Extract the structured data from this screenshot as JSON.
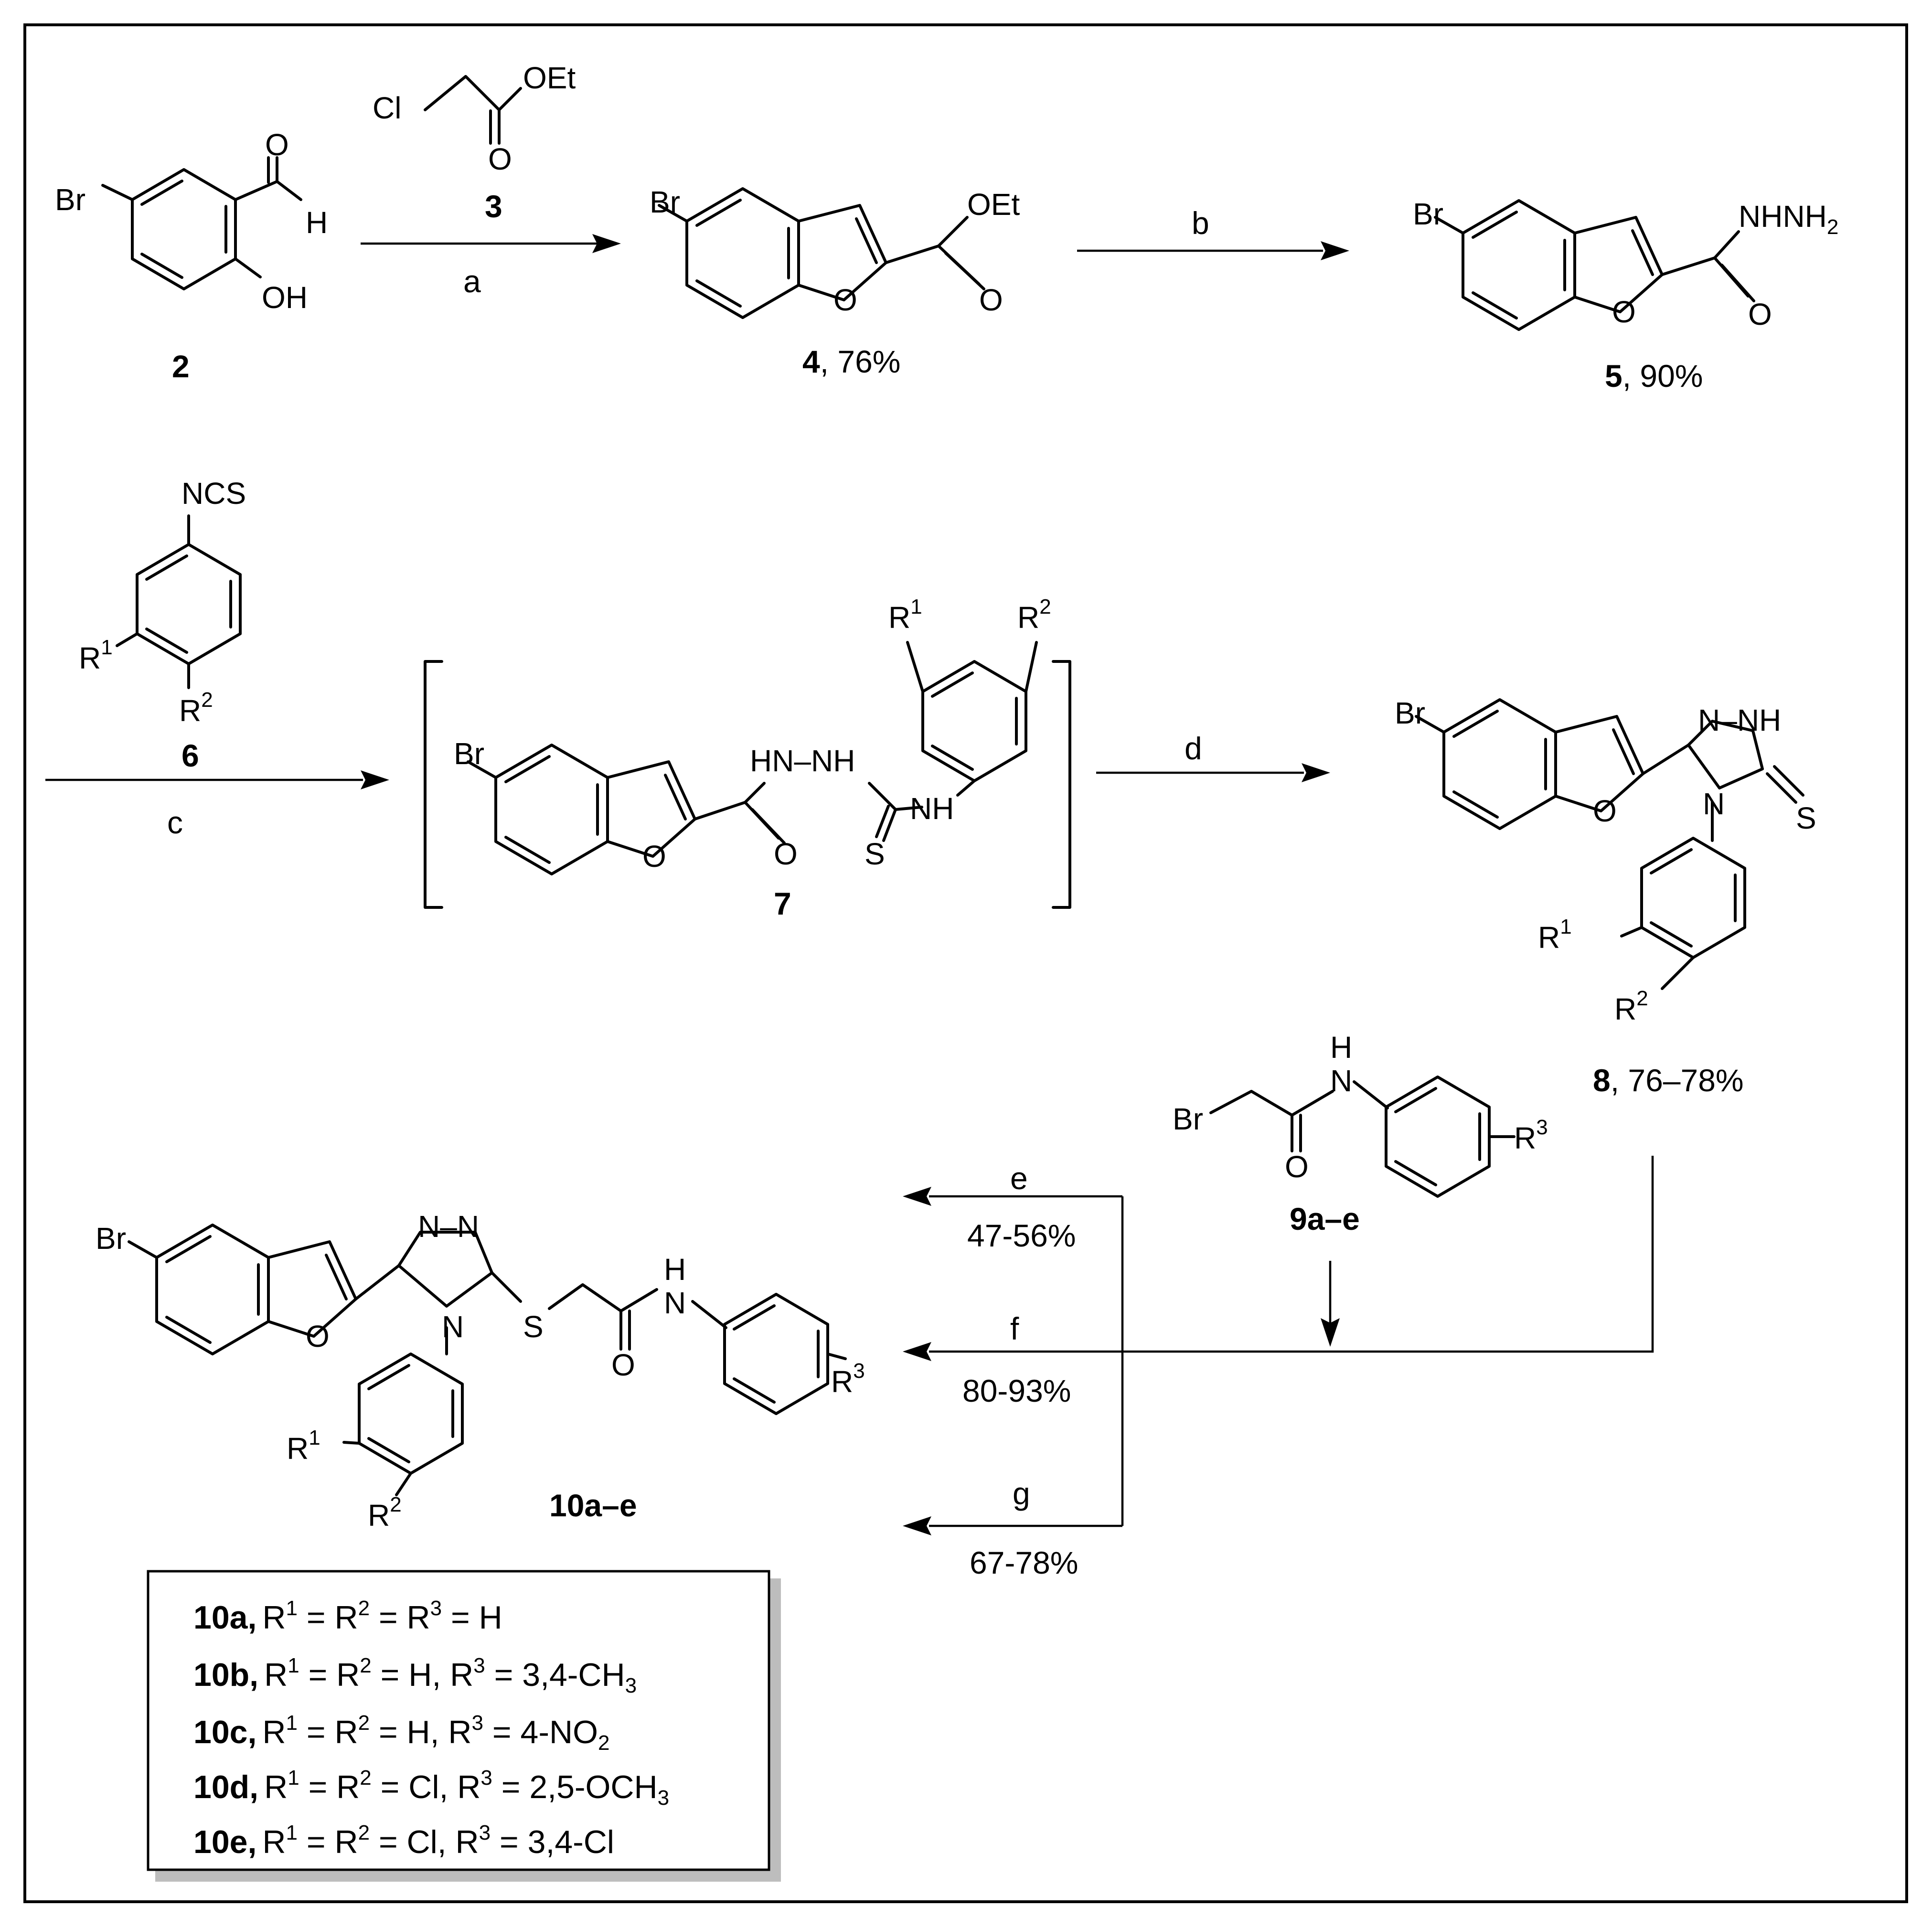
{
  "reagents": {
    "a": "a",
    "b": "b",
    "c": "c",
    "d": "d",
    "e": "e",
    "f": "f",
    "g": "g"
  },
  "yields": {
    "e": "47-56%",
    "f": "80-93%",
    "g": "67-78%"
  },
  "compounds": {
    "c2": {
      "id": "2"
    },
    "c3": {
      "id": "3"
    },
    "c4": {
      "id": "4",
      "yield": ", 76%"
    },
    "c5": {
      "id": "5",
      "yield": ", 90%"
    },
    "c6": {
      "id": "6"
    },
    "c7": {
      "id": "7"
    },
    "c8": {
      "id": "8",
      "yield": ", 76–78%"
    },
    "c9": {
      "id": "9a–e"
    },
    "c10": {
      "id": "10a–e"
    }
  },
  "atoms": {
    "Br": "Br",
    "O": "O",
    "H": "H",
    "OH": "OH",
    "Cl": "Cl",
    "OEt": "OEt",
    "NHNH": "NHNH",
    "sub2": "2",
    "NCS": "NCS",
    "R": "R",
    "one": "1",
    "two": "2",
    "three": "3",
    "HN": "HN",
    "NH": "NH",
    "S": "S",
    "N": "N",
    "HNN": "N–NH",
    "NN": "N–N"
  },
  "legend": {
    "rows": [
      {
        "id": "10a,",
        "r1": "R",
        "s1": "1",
        "eq1": " =  R",
        "s2": "2",
        "eq2": " = R",
        "s3": "3",
        "rest": " = H",
        "sub": ""
      },
      {
        "id": "10b,",
        "r1": "R",
        "s1": "1",
        "eq1": " =  R",
        "s2": "2",
        "eq2": " = H, R",
        "s3": "3",
        "rest": " = 3,4-CH",
        "sub": "3"
      },
      {
        "id": "10c,",
        "r1": "R",
        "s1": "1",
        "eq1": " =  R",
        "s2": "2",
        "eq2": " = H, R",
        "s3": "3",
        "rest": " = 4-NO",
        "sub": "2"
      },
      {
        "id": "10d,",
        "r1": "R",
        "s1": "1",
        "eq1": " =  R",
        "s2": "2",
        "eq2": " = Cl, R",
        "s3": "3",
        "rest": " = 2,5-OCH",
        "sub": "3"
      },
      {
        "id": "10e,",
        "r1": "R",
        "s1": "1",
        "eq1": " =  R",
        "s2": "2",
        "eq2": " = Cl, R",
        "s3": "3",
        "rest": " = 3,4-Cl",
        "sub": ""
      }
    ]
  }
}
